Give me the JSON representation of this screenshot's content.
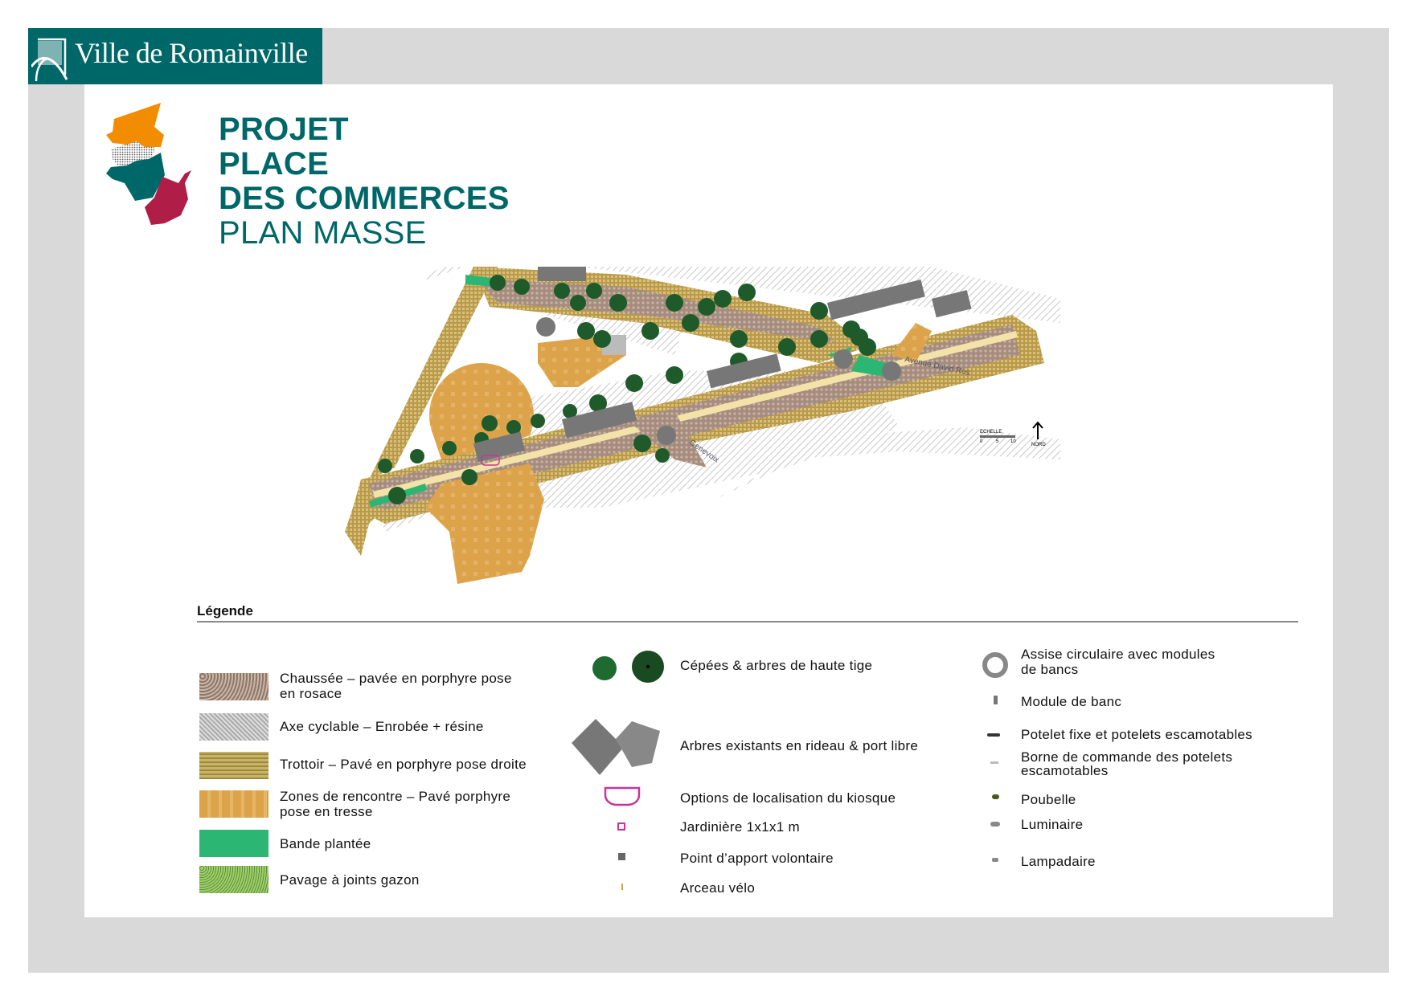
{
  "header": {
    "brand": "Ville de Romainville"
  },
  "title": {
    "line1": "PROJET",
    "line2": "PLACE",
    "line3": "DES COMMERCES",
    "subtitle": "PLAN MASSE"
  },
  "plan": {
    "street_labels": {
      "avenue": "Avenue David Ros",
      "genevoix": "Genevoix"
    },
    "scale": {
      "label": "ECHELLE",
      "ticks": [
        "0",
        "5",
        "10"
      ]
    },
    "north": "NORD"
  },
  "legend": {
    "title": "Légende",
    "surfaces": [
      {
        "line1": "Chaussée – pavée en porphyre pose",
        "line2": "en rosace",
        "icon": "rosace-paving-swatch"
      },
      {
        "line1": "Axe cyclable – Enrobée + résine",
        "line2": "",
        "icon": "cycle-lane-swatch"
      },
      {
        "line1": "Trottoir – Pavé en porphyre pose droite",
        "line2": "",
        "icon": "sidewalk-swatch"
      },
      {
        "line1": "Zones de rencontre – Pavé porphyre",
        "line2": "pose en tresse",
        "icon": "meeting-zone-swatch"
      },
      {
        "line1": "Bande plantée",
        "line2": "",
        "icon": "planted-strip-swatch"
      },
      {
        "line1": "Pavage à joints gazon",
        "line2": "",
        "icon": "grass-joint-swatch"
      }
    ],
    "vegetation": [
      {
        "label": "Cépées & arbres de haute tige"
      },
      {
        "label": "Arbres existants en rideau & port libre"
      },
      {
        "label": "Options de localisation du kiosque"
      },
      {
        "label": "Jardinière 1x1x1 m"
      },
      {
        "label": "Point d’apport volontaire"
      },
      {
        "label": "Arceau vélo"
      }
    ],
    "furniture": [
      {
        "line1": "Assise circulaire avec modules",
        "line2": "de bancs"
      },
      {
        "line1": "Module de banc",
        "line2": ""
      },
      {
        "line1": "Potelet fixe et potelets escamotables",
        "line2": ""
      },
      {
        "line1": "Borne de commande des potelets",
        "line2": "escamotables"
      },
      {
        "line1": "Poubelle",
        "line2": ""
      },
      {
        "line1": "Luminaire",
        "line2": ""
      },
      {
        "line1": "Lampadaire",
        "line2": ""
      }
    ]
  },
  "colors": {
    "teal": "#006769",
    "orange": "#f28c00",
    "crimson": "#b01e48",
    "paving_orange": "#dca34a",
    "green": "#2bb673",
    "tree": "#1f5a2a"
  }
}
